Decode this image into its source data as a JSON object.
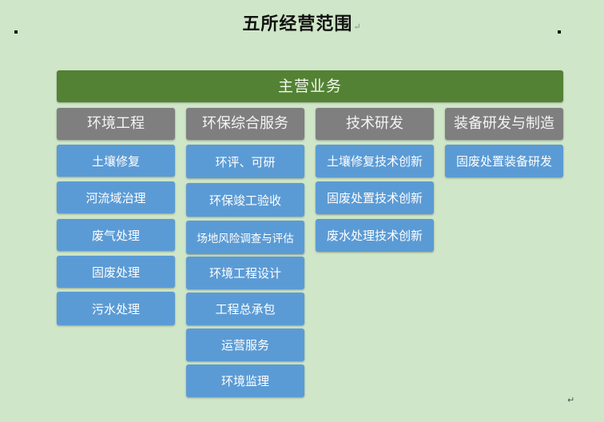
{
  "document": {
    "title": "五所经营范围",
    "paragraph_mark": "↵"
  },
  "chart": {
    "root": "主营业务",
    "columns": [
      {
        "header": "环境工程",
        "items": [
          "土壤修复",
          "河流域治理",
          "废气处理",
          "固废处理",
          "污水处理"
        ]
      },
      {
        "header": "环保综合服务",
        "items": [
          "环评、可研",
          "环保竣工验收",
          "场地风险调查与评估",
          "环境工程设计",
          "工程总承包",
          "运营服务",
          "环境监理"
        ]
      },
      {
        "header": "技术研发",
        "items": [
          "土壤修复技术创新",
          "固废处置技术创新",
          "废水处理技术创新"
        ]
      },
      {
        "header": "装备研发与制造",
        "items": [
          "固废处置装备研发"
        ]
      }
    ]
  },
  "colors": {
    "background": "#cfe6c8",
    "root_fill": "#538234",
    "header_fill": "#7f7f7f",
    "item_fill": "#5b9bd5"
  }
}
